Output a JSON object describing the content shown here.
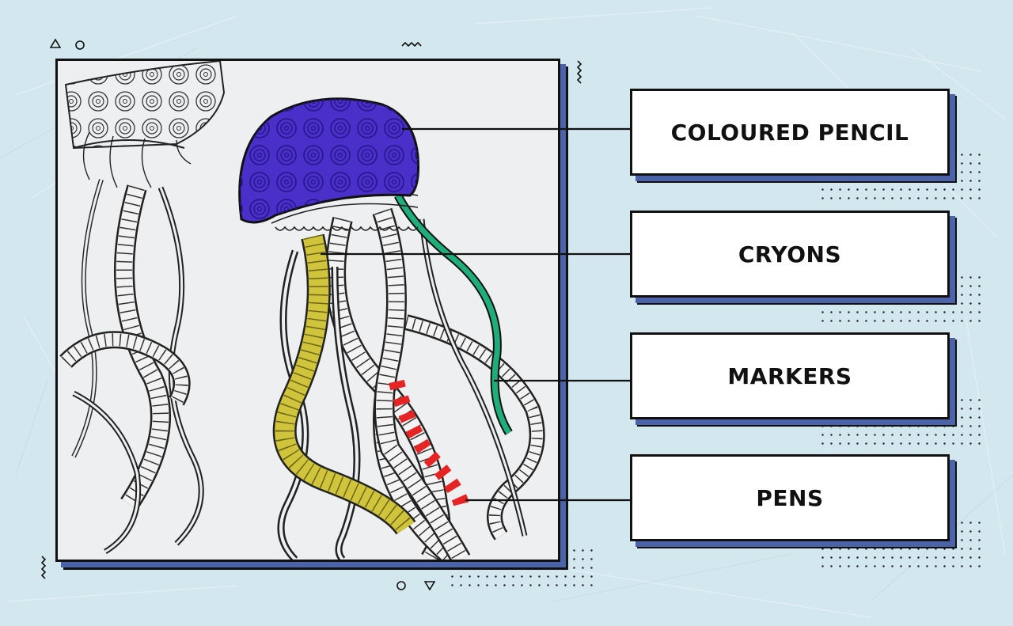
{
  "labels": [
    {
      "id": "coloured-pencil",
      "text": "COLOURED PENCIL"
    },
    {
      "id": "cryons",
      "text": "CRYONS"
    },
    {
      "id": "markers",
      "text": "MARKERS"
    },
    {
      "id": "pens",
      "text": "PENS"
    }
  ],
  "colors": {
    "background": "#d3e7ee",
    "frame_shadow": "#4b63a8",
    "bell_purple": "#4a2fc9",
    "tentacle_yellow": "#cfc43c",
    "tentacle_green": "#1fae7a",
    "stripe_red": "#e62424",
    "outline": "#111111"
  },
  "illustration": {
    "subject": "jellyfish-coloring-page",
    "medium_examples": [
      "coloured-pencil-bell",
      "crayon-tentacle",
      "marker-tentacle",
      "pen-stripes"
    ]
  }
}
